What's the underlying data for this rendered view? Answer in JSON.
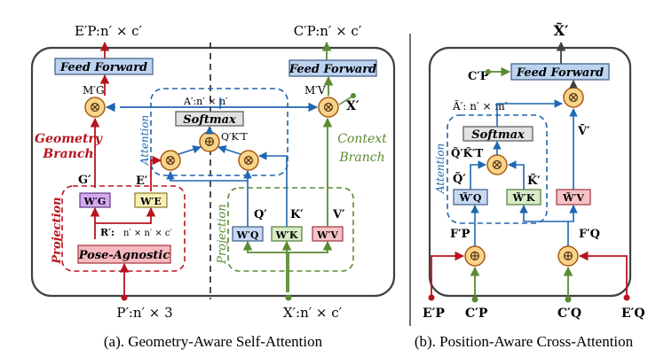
{
  "colors": {
    "geometry": "#b8141e",
    "context": "#5a8a32",
    "attention": "#1f66b3",
    "frame": "#404040",
    "feed_forward_fill": "#bcd3f0",
    "pose_fill": "#f7b9bf",
    "op_fill": "#f8d48a"
  },
  "left": {
    "caption": "(a). Geometry-Aware Self-Attention",
    "out_geo": "E′P:n′ × c′",
    "out_ctx": "C′P:n′ × c′",
    "ff_geo": "Feed Forward",
    "ff_ctx": "Feed Forward",
    "mg": "M′G",
    "mv": "M′V",
    "x_prime": "X′",
    "a_prime": "A′:n′ × n′",
    "softmax": "Softmax",
    "qk": "Q′K′T",
    "attention_label": "Attention",
    "geometry_branch_1": "Geometry",
    "geometry_branch_2": "Branch",
    "context_branch_1": "Context",
    "context_branch_2": "Branch",
    "g_prime": "G′",
    "e_prime": "E′",
    "w_g": "W′G",
    "w_e": "W′E",
    "r_prime": "R′:",
    "r_dims": "n′ × n′ × c′",
    "pose_agnostic": "Pose-Agnostic",
    "projection_1": "Projection",
    "projection_2": "Projection",
    "q_prime": "Q′",
    "k_prime": "K′",
    "v_prime": "V′",
    "w_q": "W′Q",
    "w_k": "W′K",
    "w_v": "W′V",
    "p_input": "P′:n′ × 3",
    "x_input": "X′:n′ × c′"
  },
  "right": {
    "caption": "(b). Position-Aware Cross-Attention",
    "out_x": "X̃′",
    "c_p": "C′P",
    "ff": "Feed Forward",
    "a_tilde": "Ã′: n′ × m′",
    "softmax": "Softmax",
    "qk_tilde": "Q̃′K̃′T",
    "v_tilde": "Ṽ′",
    "q_tilde": "Q̃′",
    "k_tilde": "K̃′",
    "attention_label": "Attention",
    "w_q": "W̃′Q",
    "w_k": "W̃′K",
    "w_v": "W̃′V",
    "f_p": "F′P",
    "f_q": "F′Q",
    "e_p": "E′P",
    "c_p_in": "C′P",
    "c_q_in": "C′Q",
    "e_q": "E′Q"
  }
}
